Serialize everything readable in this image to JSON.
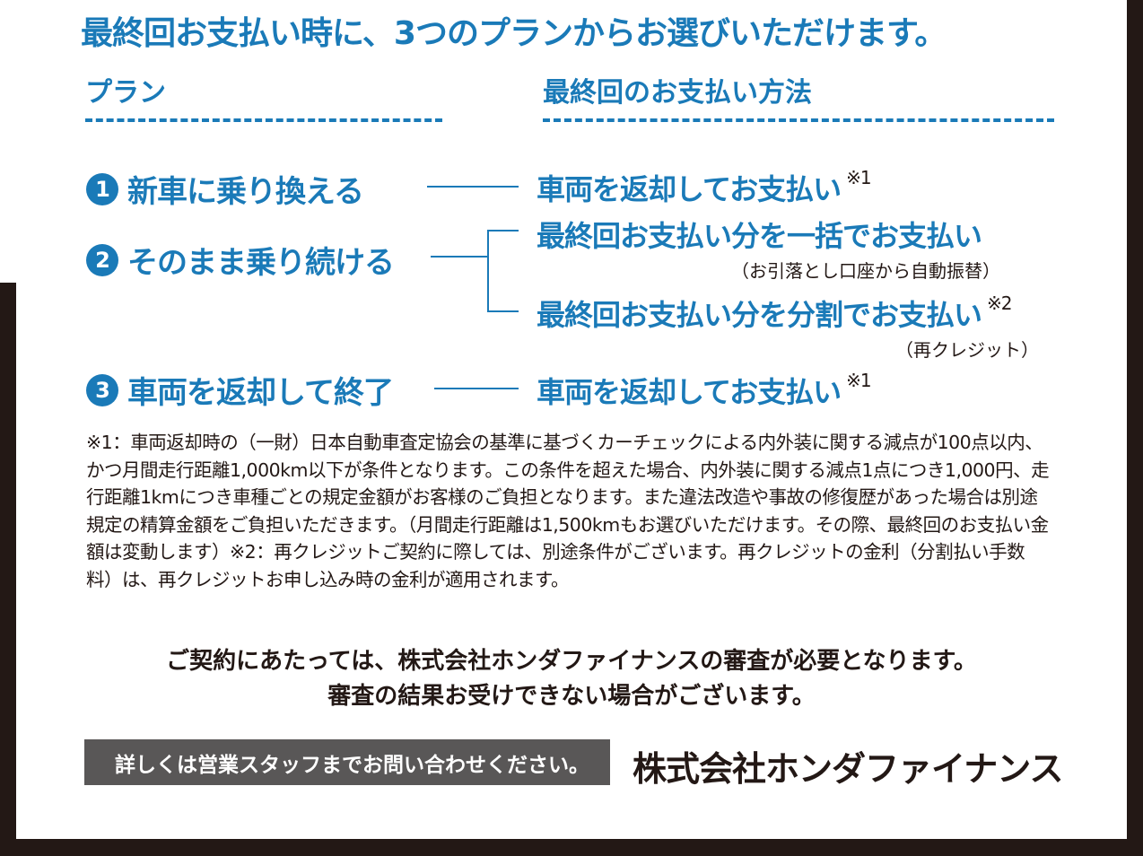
{
  "title": "最終回お支払い時に、3つのプランからお選びいただけます。",
  "headers": {
    "plan": "プラン",
    "method": "最終回のお支払い方法"
  },
  "plans": [
    {
      "num": "1",
      "label": "新車に乗り換える"
    },
    {
      "num": "2",
      "label": "そのまま乗り続ける"
    },
    {
      "num": "3",
      "label": "車両を返却して終了"
    }
  ],
  "methods": [
    {
      "label": "車両を返却してお支払い",
      "note": "※1"
    },
    {
      "label": "最終回お支払い分を一括でお支払い",
      "sub": "（お引落とし口座から自動振替）"
    },
    {
      "label": "最終回お支払い分を分割でお支払い",
      "note": "※2",
      "sub": "（再クレジット）"
    },
    {
      "label": "車両を返却してお支払い",
      "note": "※1"
    }
  ],
  "notes": "※1：車両返却時の（一財）日本自動車査定協会の基準に基づくカーチェックによる内外装に関する減点が100点以内、かつ月間走行距離1,000km以下が条件となります。この条件を超えた場合、内外装に関する減点1点につき1,000円、走行距離1kmにつき車種ごとの規定金額がお客様のご負担となります。また違法改造や事故の修復歴があった場合は別途規定の精算金額をご負担いただきます。（月間走行距離は1,500kmもお選びいただけます。その際、最終回のお支払い金額は変動します）※2：再クレジットご契約に際しては、別途条件がございます。再クレジットの金利（分割払い手数料）は、再クレジットお申し込み時の金利が適用されます。",
  "warning": [
    "ご契約にあたっては、株式会社ホンダファイナンスの審査が必要となります。",
    "審査の結果お受けできない場合がございます。"
  ],
  "contact": "詳しくは営業スタッフまでお問い合わせください。",
  "company": "株式会社ホンダファイナンス",
  "colors": {
    "blue": "#1a7ab8",
    "dark": "#231815",
    "gray": "#595757"
  }
}
